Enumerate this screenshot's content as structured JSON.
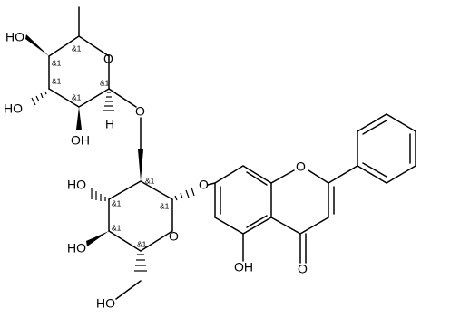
{
  "molecule": {
    "atom_labels": {
      "oh_rham_top": "HO",
      "o_rham_ring": "O",
      "oh_rham_mid": "HO",
      "oh_rham_low": "OH",
      "h_rham_anomeric": "H",
      "o_glycosidic_1": "O",
      "oh_glc_3": "HO",
      "o_glc_ring": "O",
      "oh_glc_4": "HO",
      "oh_glc_6": "HO",
      "o_glycosidic_2": "O",
      "o_flavone_ring": "O",
      "oh_flavone_5": "OH",
      "o_flavone_ketone": "O"
    },
    "stereo_labels": {
      "s1": "&1",
      "s2": "&1",
      "s3": "&1",
      "s4": "&1",
      "s5": "&1",
      "s6": "&1",
      "s7": "&1",
      "s8": "&1",
      "s9": "&1",
      "s10": "&1"
    }
  }
}
